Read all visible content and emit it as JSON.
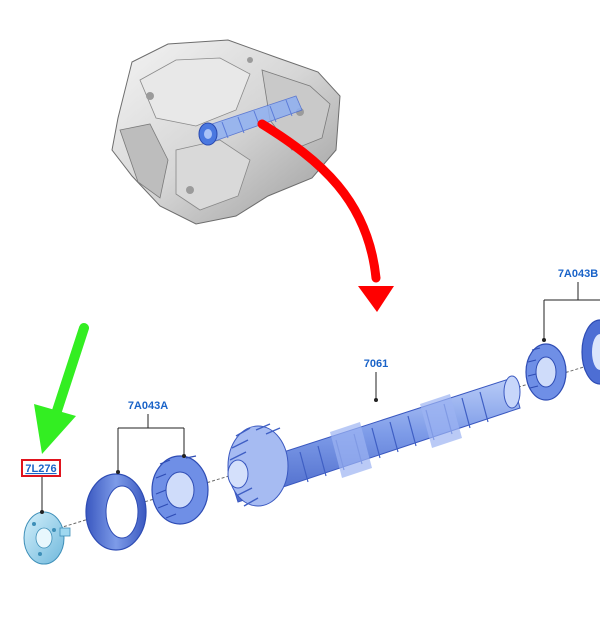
{
  "callouts": {
    "input_shaft": "7061",
    "bearing_a": "7A043A",
    "bearing_b": "7A043B",
    "highlighted_part": "7L276"
  },
  "colors": {
    "part_blue": "#6f8fe6",
    "part_blue_dark": "#3f5fc4",
    "part_cyan": "#9fd8f0",
    "arrow_red": "#ff0000",
    "arrow_green": "#33ee22",
    "highlight_box": "#e0141e",
    "callout_text": "#1a63c8"
  },
  "icons": {
    "locator_arrow": "curved-red-arrow",
    "pointer_arrow": "green-down-arrow"
  }
}
